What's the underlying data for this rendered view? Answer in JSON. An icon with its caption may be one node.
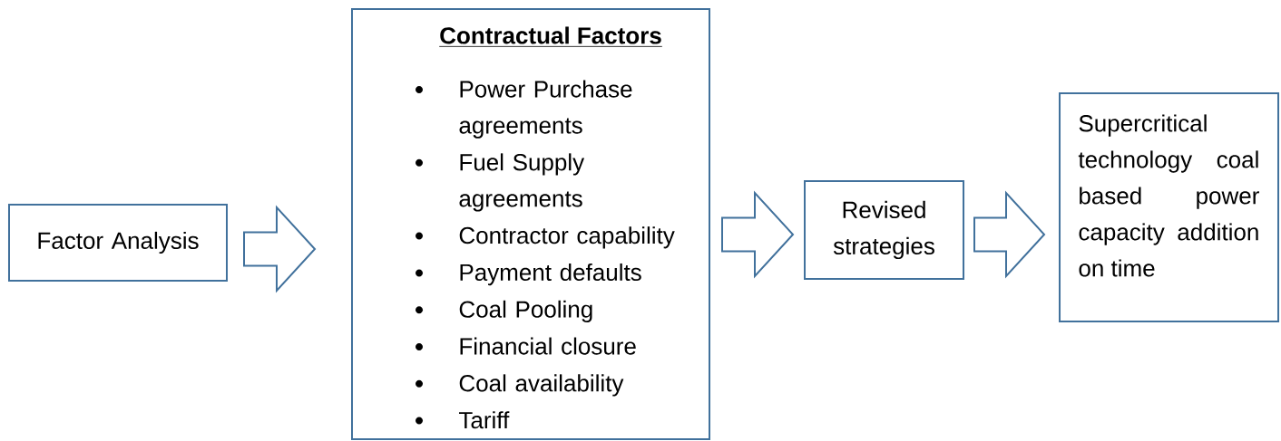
{
  "diagram": {
    "nodes": [
      {
        "text": [
          "Factor Analysis"
        ]
      },
      {
        "text": [
          "Contractual Factors",
          "Power Purchase agreements",
          "Fuel Supply agreements",
          "Contractor capability",
          "Payment defaults",
          "Coal Pooling",
          "Financial closure",
          "Coal availability",
          "Tariff"
        ]
      },
      {
        "text": [
          "Revised strategies"
        ]
      },
      {
        "text": [
          "Supercritical technology coal based power capacity addition on time"
        ]
      }
    ],
    "edges": [
      {
        "from": 0,
        "to": 1,
        "arrow": "to"
      },
      {
        "from": 1,
        "to": 2,
        "arrow": "to"
      },
      {
        "from": 2,
        "to": 3,
        "arrow": "to"
      }
    ]
  }
}
